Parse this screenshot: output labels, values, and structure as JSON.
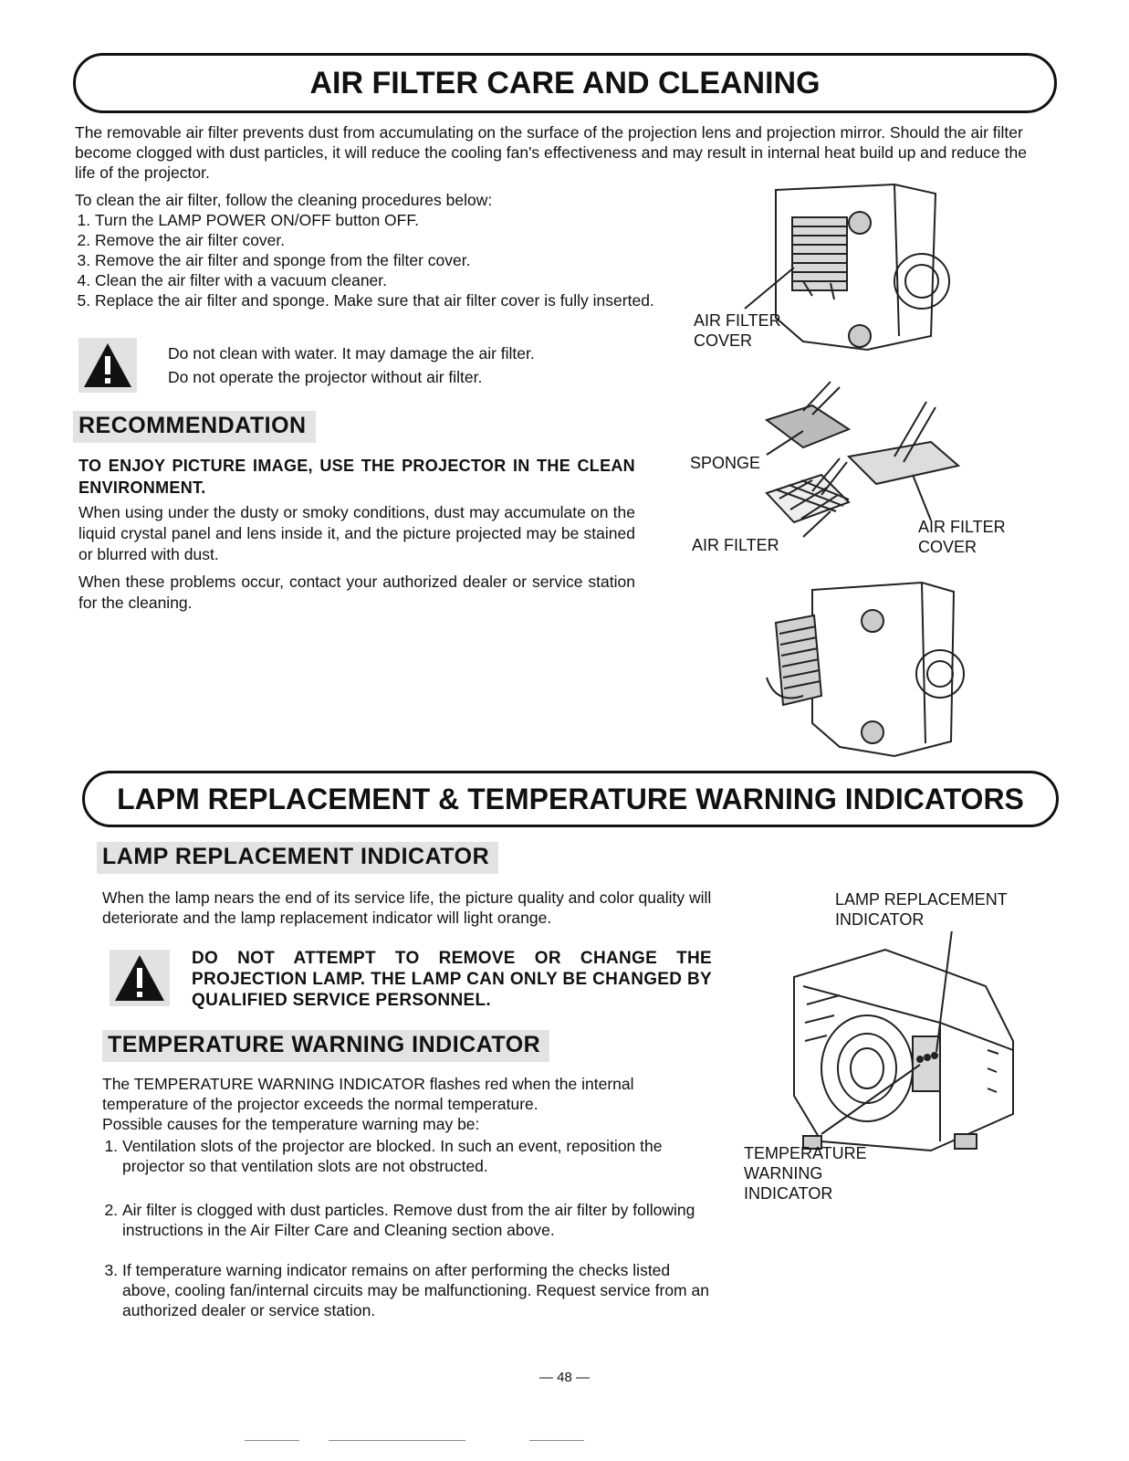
{
  "section1": {
    "title": "AIR FILTER CARE AND CLEANING",
    "intro": "The removable air filter prevents dust from accumulating on the surface of the projection lens and projection mirror. Should the air filter become clogged with dust particles, it will reduce the cooling fan's effectiveness and may result in internal heat build up and reduce the life of the projector.",
    "steps_intro": "To clean the air filter, follow the cleaning procedures below:",
    "steps": [
      "Turn the LAMP POWER ON/OFF button OFF.",
      "Remove the air filter cover.",
      "Remove the air filter and sponge from the filter cover.",
      "Clean the air filter with a vacuum cleaner.",
      "Replace the air filter and sponge. Make sure that air filter cover is fully inserted."
    ],
    "caution_lines": [
      "Do not clean with water. It may damage the air filter.",
      "Do not operate the projector without air filter."
    ],
    "recommendation": {
      "heading": "RECOMMENDATION",
      "bold_text": "TO ENJOY PICTURE IMAGE, USE THE PROJECTOR IN THE CLEAN ENVIRONMENT.",
      "para1": "When using under the dusty or smoky conditions, dust may accumulate on the liquid crystal panel and lens inside it, and the picture projected may be stained or blurred with dust.",
      "para2": "When these problems occur, contact your authorized dealer or service station for the cleaning."
    },
    "figure_labels": {
      "cover_line1": "AIR FILTER",
      "cover_line2": "COVER",
      "sponge": "SPONGE",
      "air_filter": "AIR FILTER",
      "cover2_line1": "AIR FILTER",
      "cover2_line2": "COVER"
    }
  },
  "section2": {
    "title": "LAPM REPLACEMENT & TEMPERATURE WARNING INDICATORS",
    "lamp_heading": "LAMP REPLACEMENT INDICATOR",
    "lamp_text": "When the lamp nears the end of its service life, the picture quality and color quality will deteriorate and the lamp replacement indicator will light orange.",
    "lamp_warning": "DO NOT ATTEMPT TO REMOVE OR CHANGE THE PROJECTION LAMP. THE LAMP CAN ONLY BE CHANGED BY QUALIFIED SERVICE PERSONNEL.",
    "temp_heading": "TEMPERATURE WARNING INDICATOR",
    "temp_line1": "The TEMPERATURE WARNING INDICATOR flashes red when the internal temperature of the projector exceeds the normal temperature.",
    "temp_line2": "Possible causes for the temperature warning may be:",
    "causes": [
      "Ventilation slots of the projector are blocked. In such an event, reposition the projector so that ventilation slots are not obstructed.",
      "Air filter is clogged with dust particles. Remove dust from the air filter by following instructions in the Air Filter Care  and Cleaning section above.",
      "If temperature warning indicator remains on after performing the checks listed above, cooling fan/internal circuits  may be malfunctioning. Request service from an authorized dealer or service station."
    ],
    "figure_labels": {
      "lamp_line1": "LAMP REPLACEMENT",
      "lamp_line2": "INDICATOR",
      "temp_line1": "TEMPERATURE",
      "temp_line2": "WARNING",
      "temp_line3": "INDICATOR"
    }
  },
  "page_number": "— 48 —"
}
